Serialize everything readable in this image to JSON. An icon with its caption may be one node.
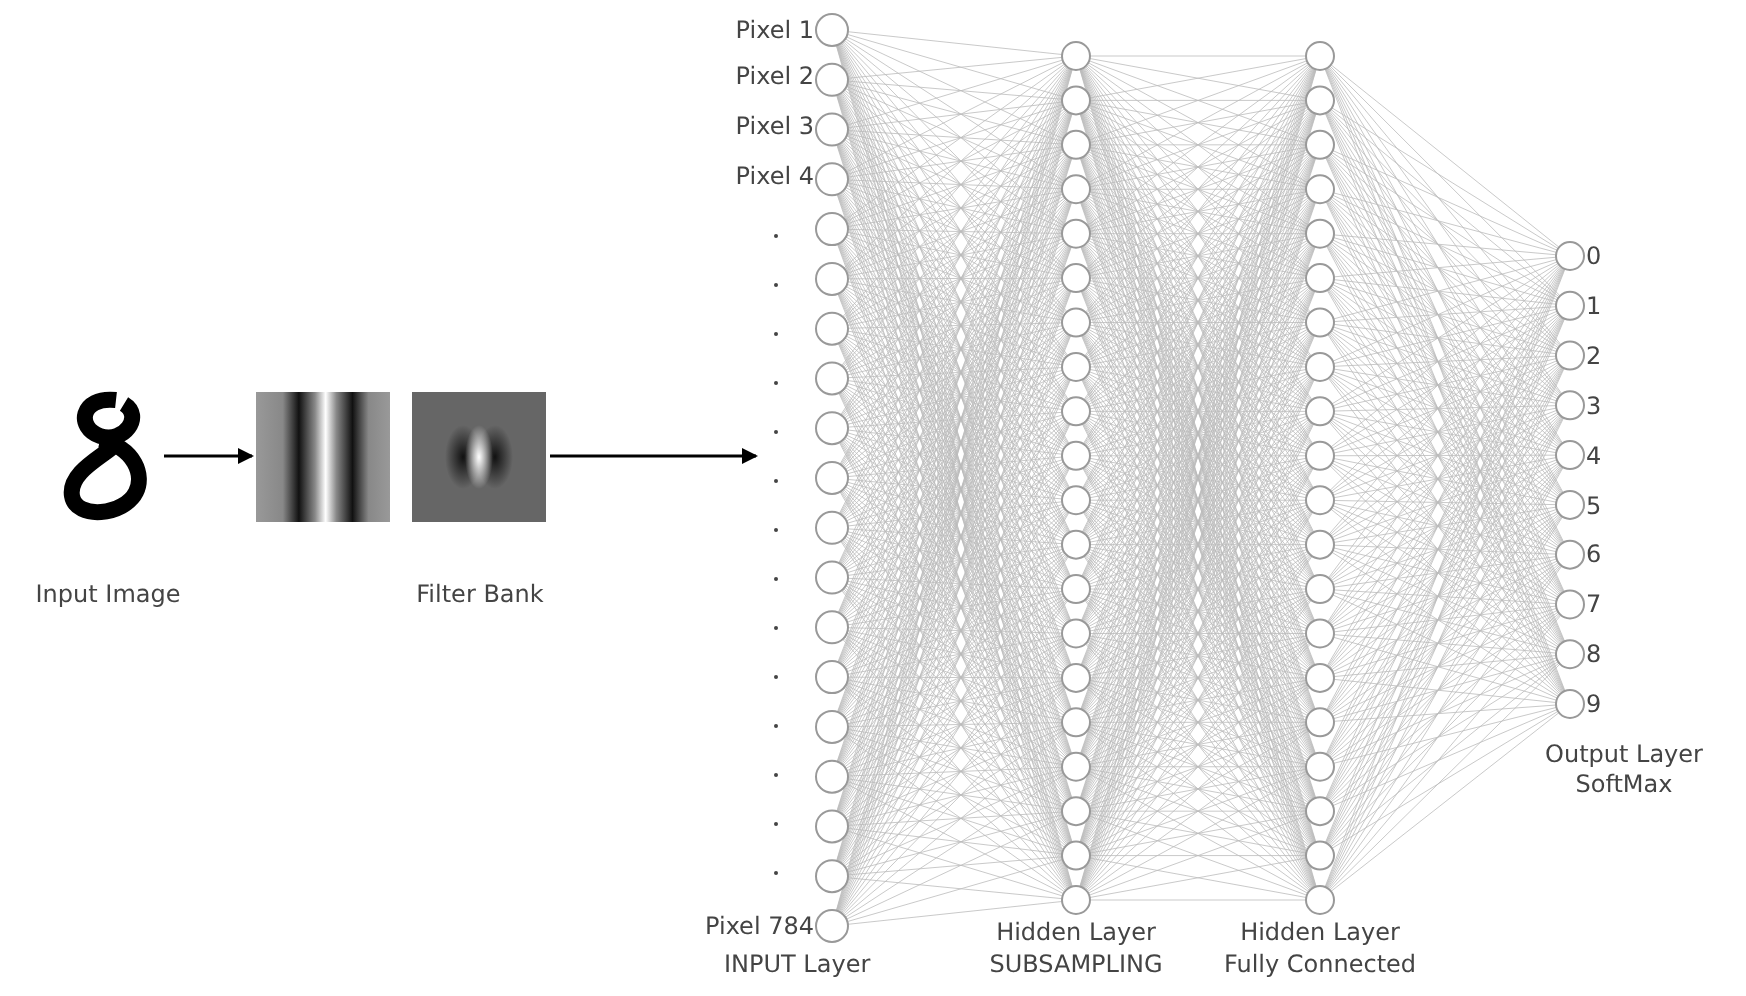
{
  "diagram": {
    "nodes": [
      {
        "text": [],
        "shape": "picture",
        "beside": [
          "Input Image"
        ]
      },
      {
        "text": [],
        "shape": "picture"
      },
      {
        "text": [],
        "shape": "picture"
      },
      {
        "text": [],
        "shape": "picture"
      }
    ],
    "edges": [
      {
        "from": 0,
        "to": 1,
        "arrow": "to"
      },
      {
        "from": 2,
        "to": 3,
        "arrow": "to"
      }
    ],
    "labels": [
      "Filter Bank",
      "Pixel 1",
      "Pixel 2",
      "Pixel 3",
      "Pixel 4",
      "Pixel 784",
      "INPUT Layer",
      "Hidden Layer",
      "SUBSAMPLING",
      "Hidden Layer",
      "Fully Connected",
      "0",
      "1",
      "2",
      "3",
      "4",
      "5",
      "6",
      "7",
      "8",
      "9",
      "Output Layer",
      "SoftMax"
    ]
  }
}
